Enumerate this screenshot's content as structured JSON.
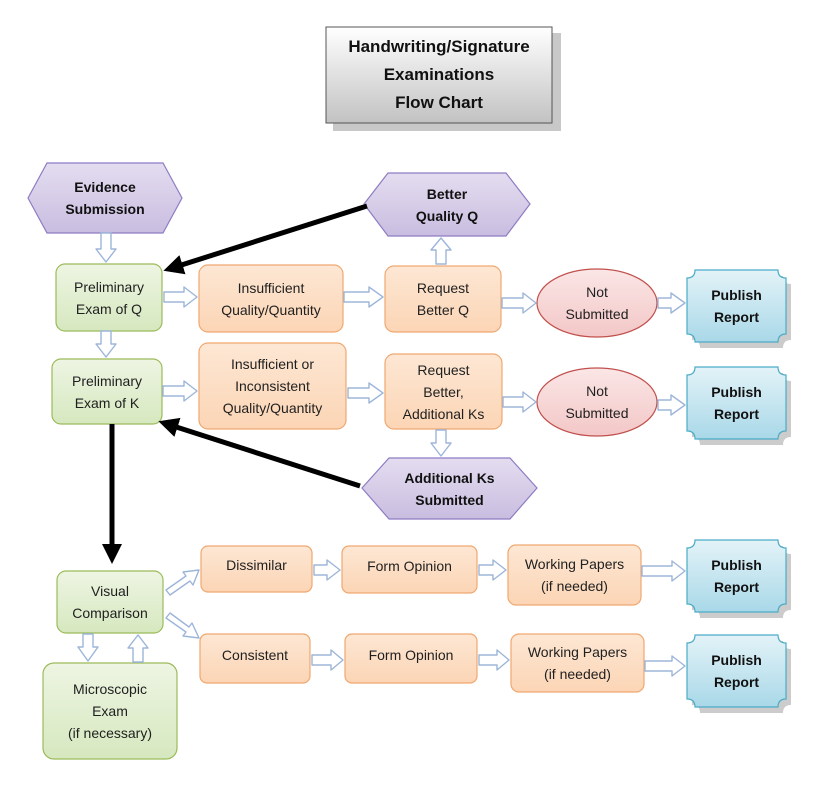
{
  "title": "Handwriting/Signature\nExaminations\nFlow Chart",
  "colors": {
    "green_fill": "#d6e8bf",
    "green_stroke": "#9bbb59",
    "orange_fill": "#fcd5b5",
    "orange_stroke": "#f0a870",
    "purple_fill": "#c9bde0",
    "purple_stroke": "#8e7cc3",
    "red_fill": "#f3c7c7",
    "red_stroke": "#c0504d",
    "blue_fill": "#bfe3ee",
    "blue_stroke": "#4bacc6",
    "arrow_outline": "#9db5d9",
    "arrow_fill": "#ffffff"
  },
  "nodes": {
    "evidence_submission": "Evidence\nSubmission",
    "better_quality_q": "Better\nQuality Q",
    "prelim_exam_q": "Preliminary\nExam of Q",
    "insufficient_quality_quantity": "Insufficient\nQuality/Quantity",
    "request_better_q": "Request\nBetter Q",
    "not_submitted_1": "Not\nSubmitted",
    "publish_report_1": "Publish\nReport",
    "prelim_exam_k": "Preliminary\nExam of K",
    "insufficient_or_inconsistent": "Insufficient or\nInconsistent\nQuality/Quantity",
    "request_better_additional_ks": "Request\nBetter,\nAdditional Ks",
    "not_submitted_2": "Not\nSubmitted",
    "publish_report_2": "Publish\nReport",
    "additional_ks_submitted": "Additional Ks\nSubmitted",
    "visual_comparison": "Visual\nComparison",
    "microscopic_exam": "Microscopic\nExam\n(if necessary)",
    "dissimilar": "Dissimilar",
    "form_opinion_1": "Form Opinion",
    "working_papers_1": "Working Papers\n(if needed)",
    "publish_report_3": "Publish\nReport",
    "consistent": "Consistent",
    "form_opinion_2": "Form Opinion",
    "working_papers_2": "Working Papers\n(if needed)",
    "publish_report_4": "Publish\nReport"
  }
}
